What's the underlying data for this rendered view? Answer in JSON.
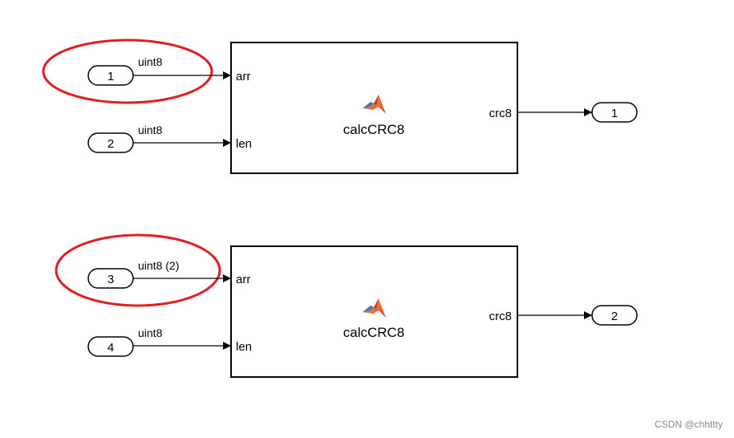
{
  "blocks": [
    {
      "title": "calcCRC8",
      "icon": "matlab-logo-icon",
      "input_ports": [
        "arr",
        "len"
      ],
      "output_port": "crc8",
      "inports": [
        {
          "number": "1",
          "signal_label": "uint8",
          "highlighted": true
        },
        {
          "number": "2",
          "signal_label": "uint8",
          "highlighted": false
        }
      ],
      "outport": {
        "number": "1"
      }
    },
    {
      "title": "calcCRC8",
      "icon": "matlab-logo-icon",
      "input_ports": [
        "arr",
        "len"
      ],
      "output_port": "crc8",
      "inports": [
        {
          "number": "3",
          "signal_label": "uint8 (2)",
          "highlighted": true
        },
        {
          "number": "4",
          "signal_label": "uint8",
          "highlighted": false
        }
      ],
      "outport": {
        "number": "2"
      }
    }
  ],
  "colors": {
    "line": "#000000",
    "highlight_ellipse": "#e02020",
    "watermark": "#8a8a8a"
  },
  "watermark": "CSDN @chhttty"
}
